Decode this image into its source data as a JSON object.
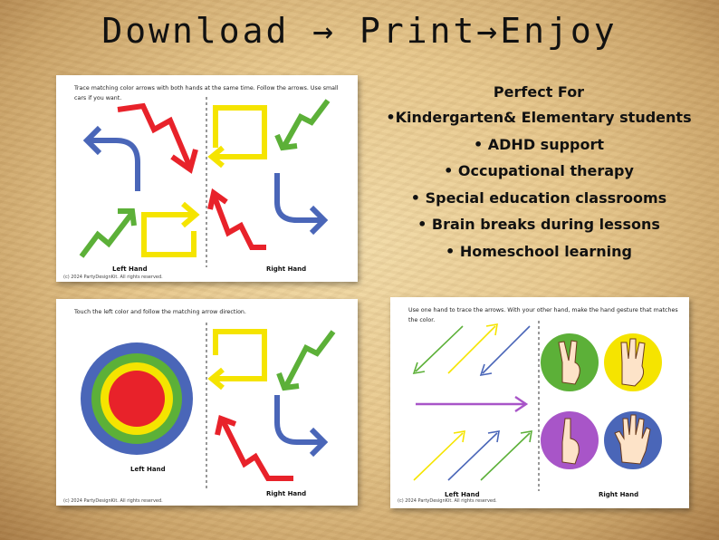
{
  "title": "Download → Print→Enjoy",
  "colors": {
    "red": "#e8222a",
    "yellow": "#f5e400",
    "green": "#5cb038",
    "blue": "#4a66b8",
    "purple": "#a855c8"
  },
  "perfect_for": {
    "heading": "Perfect For",
    "items": [
      "•Kindergarten& Elementary students",
      "• ADHD support",
      "• Occupational therapy",
      "• Special education classrooms",
      "• Brain breaks during lessons",
      "• Homeschool learning"
    ]
  },
  "card1": {
    "instruction": "Trace matching color arrows with both hands at the same time. Follow the arrows. Use small cars if you want.",
    "left_label": "Left Hand",
    "right_label": "Right Hand",
    "copyright": "(c) 2024 PartyDesignKit. All rights reserved."
  },
  "card2": {
    "instruction": "Touch the left color and follow the matching arrow direction.",
    "left_label": "Left Hand",
    "right_label": "Right Hand",
    "copyright": "(c) 2024 PartyDesignKit. All rights reserved."
  },
  "card3": {
    "instruction": "Use one hand to trace the arrows. With your other hand, make the hand gesture that matches the color.",
    "left_label": "Left Hand",
    "right_label": "Right Hand",
    "copyright": "(c) 2024 PartyDesignKit. All rights reserved."
  },
  "gestures": [
    {
      "color": "green",
      "icon": "peace-sign-hand-icon"
    },
    {
      "color": "yellow",
      "icon": "three-fingers-hand-icon"
    },
    {
      "color": "purple",
      "icon": "one-finger-hand-icon"
    },
    {
      "color": "blue",
      "icon": "open-palm-hand-icon"
    }
  ]
}
